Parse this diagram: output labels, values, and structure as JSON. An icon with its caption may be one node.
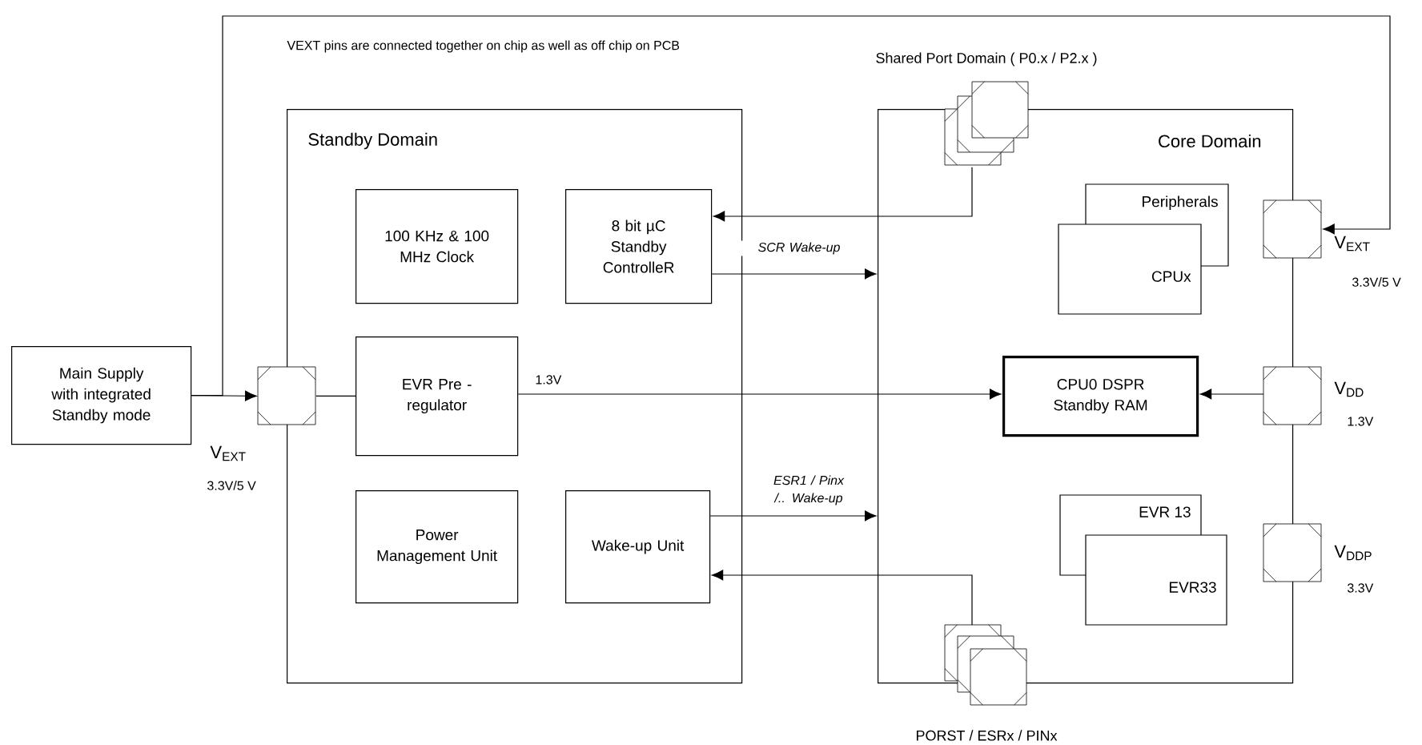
{
  "diagram": {
    "nodes": [
      {
        "text": [
          "Main Supply with integrated Standby mode"
        ]
      },
      {
        "text": [
          "Standby Domain"
        ]
      },
      {
        "text": [
          "Core Domain"
        ]
      },
      {
        "text": [],
        "shape": "box",
        "beside": [
          "Shared Port Domain ( P0.x / P2.x )"
        ]
      },
      {
        "text": [
          "100 KHz & 100 MHz Clock"
        ],
        "in": 1
      },
      {
        "text": [
          "8 bit µC Standby ControlleR"
        ],
        "in": 1
      },
      {
        "text": [
          "Peripherals"
        ],
        "in": 2
      },
      {
        "text": [
          "CPUx"
        ],
        "in": 2
      },
      {
        "text": [],
        "shape": "box",
        "beside": [
          "V$_{EXT}$",
          "3.3V/5 V"
        ]
      },
      {
        "text": [
          "EVR Pre - regulator"
        ],
        "in": 1
      },
      {
        "text": [
          "CPU0 DSPR Standby RAM"
        ],
        "in": 2
      },
      {
        "text": [],
        "shape": "box",
        "beside": [
          "V$_{DD}$",
          "1.3V"
        ]
      },
      {
        "text": [
          "Power Management Unit"
        ],
        "in": 1
      },
      {
        "text": [
          "Wake-up Unit"
        ],
        "in": 1
      },
      {
        "text": [
          "EVR 13"
        ],
        "in": 2
      },
      {
        "text": [
          "EVR33"
        ],
        "in": 2
      },
      {
        "text": [],
        "shape": "box",
        "beside": [
          "V$_{DDP}$",
          "3.3V"
        ]
      },
      {
        "text": [],
        "shape": "box",
        "beside": [
          "PORST / ESRx / PINx"
        ]
      },
      {
        "text": [],
        "shape": "box",
        "beside": [
          "V$_{EXT}$",
          "3.3V/5 V"
        ]
      }
    ],
    "edges": [
      {
        "from": 0,
        "to": 18,
        "arrow": "to"
      },
      {
        "from": 0,
        "to": 8,
        "arrow": "to"
      },
      {
        "from": 18,
        "to": 9,
        "arrow": "none"
      },
      {
        "from": 9,
        "to": 10,
        "arrow": "to",
        "label": "1.3V"
      },
      {
        "from": 3,
        "to": 5,
        "arrow": "to"
      },
      {
        "from": 5,
        "to": 2,
        "arrow": "to",
        "label": "*SCR Wake-up*"
      },
      {
        "from": 11,
        "to": 10,
        "arrow": "to"
      },
      {
        "from": 13,
        "to": 2,
        "arrow": "to",
        "label": "*ESR1 / Pinx /.. Wake-up*"
      },
      {
        "from": 17,
        "to": 13,
        "arrow": "to"
      }
    ],
    "labels": [
      "VEXT pins are connected together on chip as well as off chip on PCB"
    ]
  }
}
